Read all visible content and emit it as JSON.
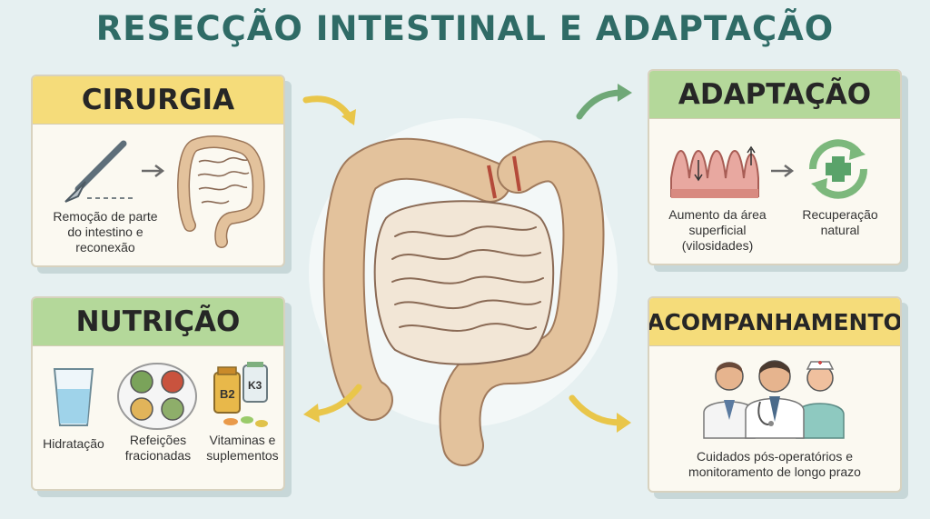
{
  "title": "RESECÇÃO INTESTINAL E ADAPTAÇÃO",
  "colors": {
    "title": "#2f6b66",
    "header_yellow": "#f5dc7a",
    "header_green": "#b4d89a",
    "intestine": "#e3c29c",
    "arrow_yellow": "#e9c64a",
    "arrow_green": "#6fa877"
  },
  "cirurgia": {
    "heading": "CIRURGIA",
    "caption": "Remoção de parte\ndo intestino e\nreconexão",
    "icons": [
      "scalpel-icon",
      "arrow-right-icon",
      "intestine-icon"
    ]
  },
  "adaptacao": {
    "heading": "ADAPTAÇÃO",
    "villi_caption": "Aumento da área\nsuperficial\n(vilosidades)",
    "recovery_caption": "Recuperação\nnatural",
    "icons": [
      "villi-icon",
      "arrow-right-icon",
      "recovery-cycle-icon"
    ]
  },
  "nutricao": {
    "heading": "NUTRIÇÃO",
    "items": [
      {
        "label": "Hidratação",
        "icon": "water-glass-icon"
      },
      {
        "label": "Refeições\nfracionadas",
        "icon": "meal-plate-icon"
      },
      {
        "label": "Vitaminas e\nsuplementos",
        "icon": "vitamins-icon"
      }
    ],
    "vitamin_labels": [
      "B2",
      "K3"
    ]
  },
  "acompanhamento": {
    "heading": "ACOMPANHAMENTO",
    "caption": "Cuidados pós-operatórios e\nmonitoramento de longo prazo",
    "icons": [
      "medical-team-icon"
    ]
  }
}
